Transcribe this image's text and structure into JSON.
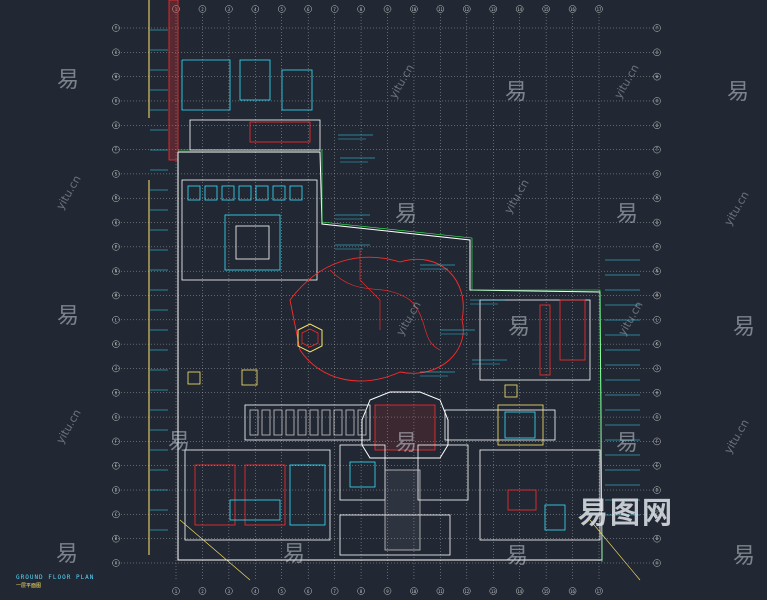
{
  "drawing": {
    "title": "GROUND FLOOR PLAN",
    "subtitle": "一层平面图"
  },
  "grid": {
    "columns": [
      "1",
      "2",
      "3",
      "4",
      "5",
      "6",
      "7",
      "8",
      "9",
      "10",
      "11",
      "12",
      "13",
      "14",
      "15",
      "16",
      "17"
    ],
    "rows": [
      "Y",
      "X",
      "W",
      "V",
      "U",
      "T",
      "S",
      "R",
      "Q",
      "P",
      "N",
      "M",
      "L",
      "K",
      "J",
      "H",
      "G",
      "F",
      "E",
      "D",
      "C",
      "B",
      "A"
    ]
  },
  "watermark": {
    "char": "易",
    "url": "yitu.cn",
    "brand": "易图网"
  },
  "colors": {
    "background": "#212833",
    "grid": "#c8c8c8",
    "wall": "#ffffff",
    "structure": "#ff2b2b",
    "annotation": "#35e0ff",
    "accent": "#ffe66b",
    "green": "#35ff5a"
  }
}
